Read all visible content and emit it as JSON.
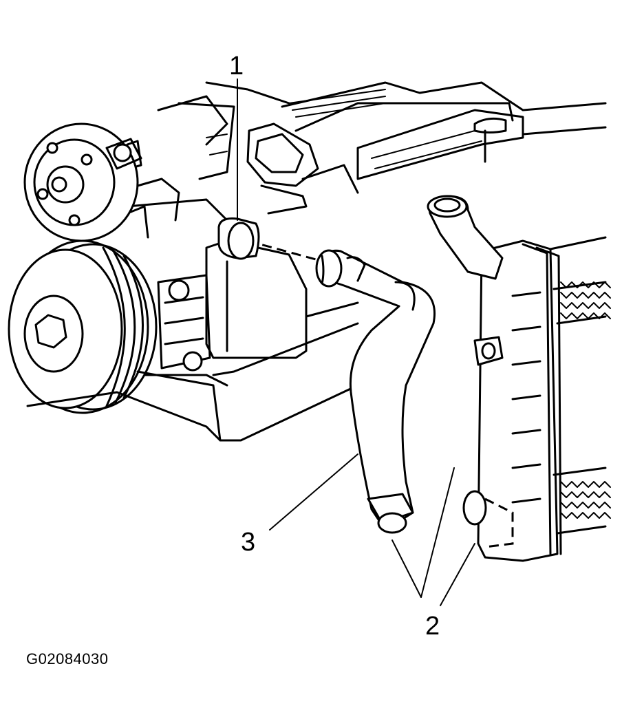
{
  "figure_id": "G02084030",
  "callouts": {
    "c1": "1",
    "c2": "2",
    "c3": "3"
  },
  "colors": {
    "line": "#000000",
    "background": "#ffffff"
  }
}
